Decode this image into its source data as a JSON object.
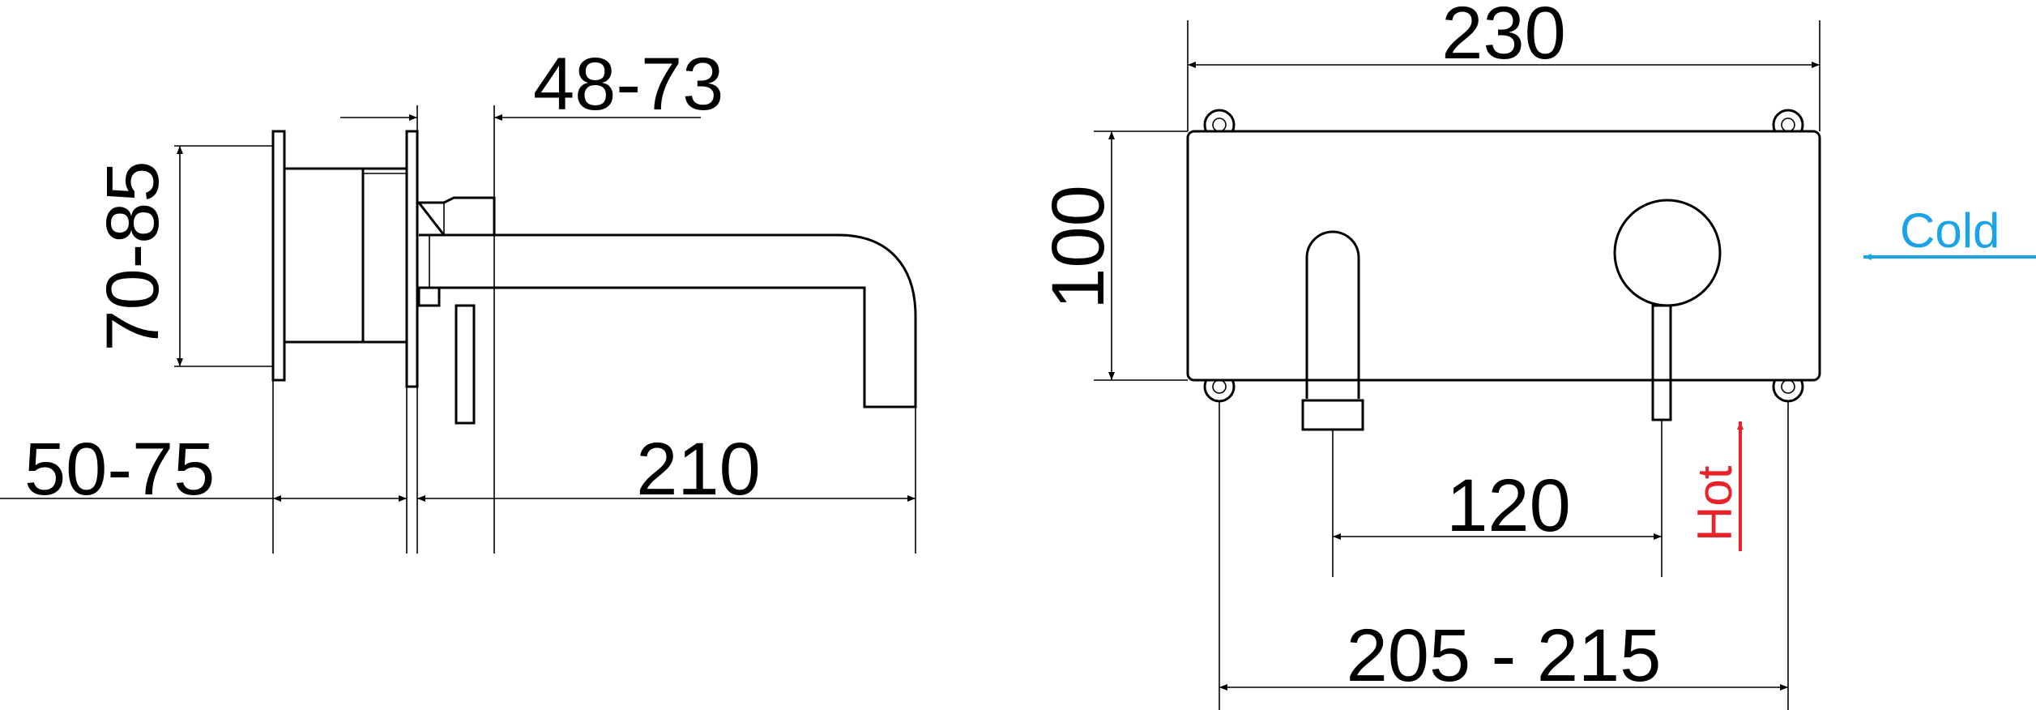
{
  "side_view": {
    "wall_thickness": "50-75",
    "plate_height": "70-85",
    "mixer_depth": "48-73",
    "spout_reach": "210"
  },
  "front_view": {
    "plate_width": "230",
    "plate_height": "100",
    "spout_to_lever": "120",
    "fixing_span": "205 - 215",
    "cold_label": "Cold",
    "hot_label": "Hot",
    "colors": {
      "cold": "#1aa3e8",
      "hot": "#e8232a"
    }
  }
}
